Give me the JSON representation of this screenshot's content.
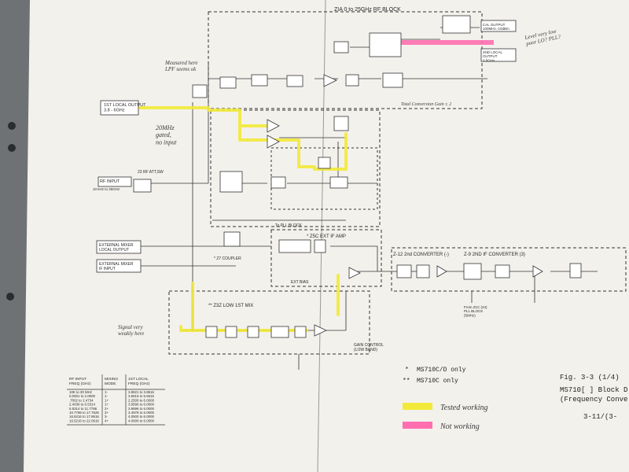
{
  "diagram": {
    "rf_block_title": "ZIA 0 to 25GHz RF BLOCK",
    "total_conv_gain": "Total Conversion Gain ± 2",
    "figure_caption": {
      "title": "Fig. 3-3 (1/4)",
      "subtitle": "MS710[ ] Block D",
      "subtitle2": "(Frequency Conve",
      "page": "3-11/(3-"
    },
    "footnotes": {
      "single": "MS710C/D only",
      "double": "MS710C   only",
      "single_mark": "*",
      "double_mark": "**"
    },
    "legend": {
      "tested_working": "Tested working",
      "not_working": "Not working"
    },
    "annotations": {
      "measured": "Measured here\nLPF seems ok",
      "gated": "20MHz\ngated,\nno input",
      "cal_issue": "Level very low\npoor LO? PLL?",
      "signal_weak": "Signal very\nweakly here"
    },
    "blocks": {
      "first_lo_out": "1ST LOCAL OUTPUT\n3.8 - 6GHz",
      "rf_input": "RF INPUT",
      "rf_input_sub": "10 kHz to 25GHz",
      "ext_mixer_lo": "EXTERNAL MIXER\nLOCAL OUTPUT",
      "ext_mixer_if": "EXTERNAL MIXER\nIF INPUT",
      "cal_output": "CAL OUTPUT\n100MHz,-10dBm",
      "second_lo_out": "2ND LOCAL\nOUTPUT\n2.5GHz",
      "yig_sweep": "23 RF ATT,SW",
      "low_1st_mix": "** Z3Z  LOW 1ST MIX",
      "ext_if_amp": "* Z5C EXT IF AMP",
      "second_if": "Z-12 2nd CONVERTER (-)",
      "third_if": "Z-9  2ND IF CONVERTER (3)",
      "directional_coupler": "* Z7 COUPLER",
      "ext_bias": "EXT BIAS",
      "pll_block": "To PLL BLOCK",
      "gain_ctrl": "GAIN CONTROL\n(LOW BAND)",
      "from_pll": "From Z1C (24)\nPLL BLOCK\n(5MHz)"
    },
    "table": {
      "headers": [
        "RF INPUT\nFREQ (GHz)",
        "MIXING\nMODE",
        "1ST LOCAL\nFREQ (GHz)"
      ],
      "rows": [
        [
          "10K to 30 MHz",
          "1-",
          "3.8521 to 3.8516"
        ],
        [
          "0.0001 to 2.0000",
          "1-",
          "3.5515 to 5.5516"
        ],
        [
          ".7002 to 2.4734",
          "1+",
          "2.2500 to 6.0000"
        ],
        [
          "2.4036 to 6.5314",
          "1+",
          "3.9596 to 6.0000"
        ],
        [
          "6.5314 to 11.7786",
          "2+",
          "3.9596 to 6.0000"
        ],
        [
          "10.7786 to 17.7626",
          "3+",
          "3.4978 to 6.0000"
        ],
        [
          "16.5216 to 17.8616",
          "3-",
          "4.0500 to 6.0000"
        ],
        [
          "16.5216 to 22.0616",
          "4+",
          "4.0000 to 6.0000"
        ]
      ]
    },
    "colors": {
      "highlight_yellow": "#f2ea3a",
      "highlight_pink": "#ff6fb0",
      "paper": "#f3f1ec",
      "ink": "#2a2a2a"
    }
  }
}
